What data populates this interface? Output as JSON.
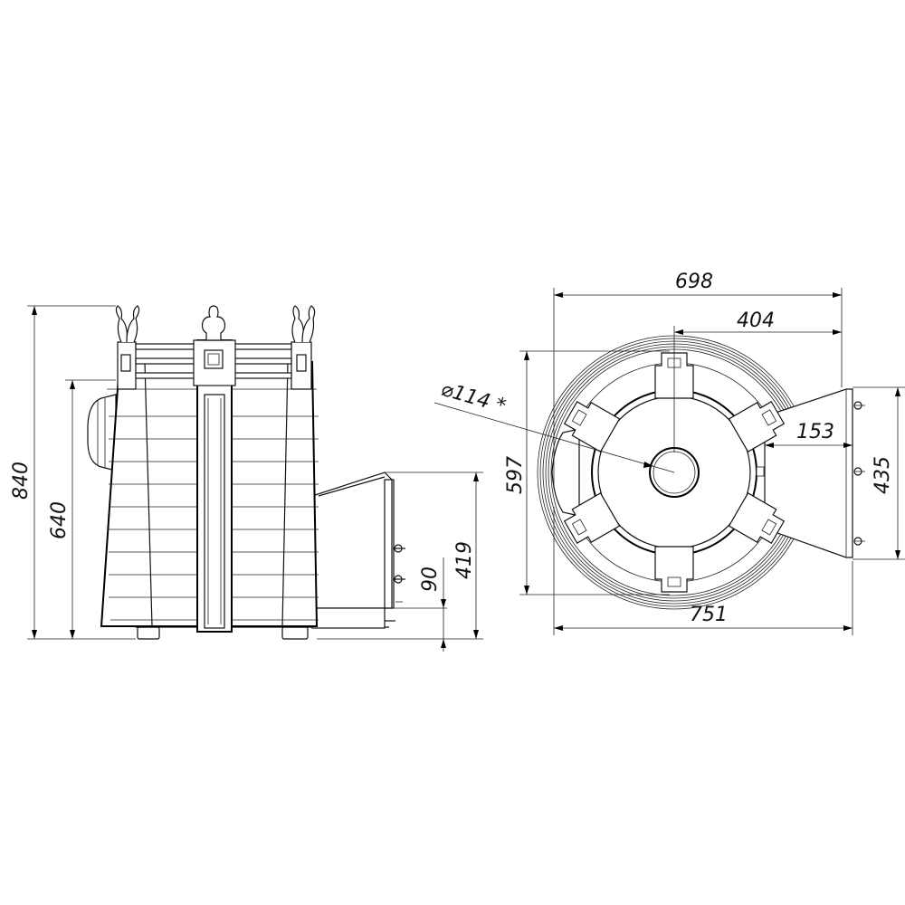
{
  "dimensions": {
    "side_view": {
      "total_height": "840",
      "body_height": "640",
      "firebox_height": "419",
      "base_height": "90"
    },
    "top_view": {
      "overall_width": "698",
      "center_offset": "404",
      "flue_diameter": "⌀114 *",
      "door_depth": "153",
      "overall_depth": "597",
      "door_width": "435",
      "total_width": "751"
    }
  },
  "colors": {
    "line": "#000000",
    "background": "#ffffff"
  }
}
